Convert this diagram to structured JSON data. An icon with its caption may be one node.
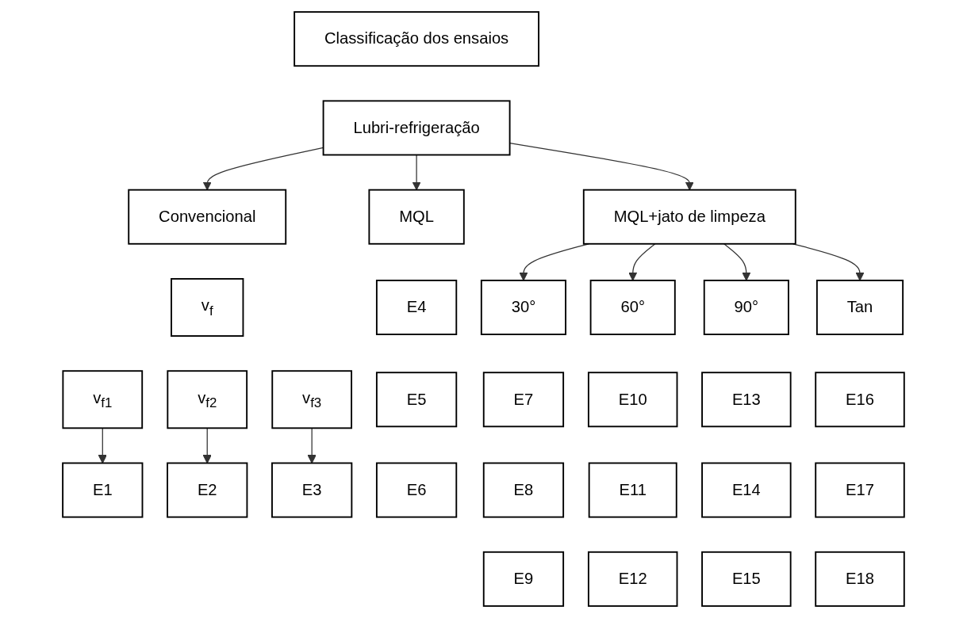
{
  "diagram": {
    "nodes": [
      {
        "text": [
          "Classificação dos ensaios"
        ]
      },
      {
        "text": [
          "Lubri-refrigeração"
        ]
      },
      {
        "text": [
          "Convencional"
        ]
      },
      {
        "text": [
          "MQL"
        ]
      },
      {
        "text": [
          "MQL+jato de limpeza"
        ]
      },
      {
        "text": [
          "30°"
        ]
      },
      {
        "text": [
          "60°"
        ]
      },
      {
        "text": [
          "90°"
        ]
      },
      {
        "text": [
          "Tan"
        ]
      },
      {
        "text": [
          "v$_{f}$"
        ]
      },
      {
        "text": [
          "v$_{f1}$"
        ]
      },
      {
        "text": [
          "E1"
        ]
      },
      {
        "text": [
          "E4"
        ]
      },
      {
        "text": [
          "E7"
        ]
      },
      {
        "text": [
          "E10"
        ]
      },
      {
        "text": [
          "E13"
        ]
      },
      {
        "text": [
          "E16"
        ]
      },
      {
        "text": [
          "v$_{f2}$"
        ]
      },
      {
        "text": [
          "E2"
        ]
      },
      {
        "text": [
          "E5"
        ]
      },
      {
        "text": [
          "E8"
        ]
      },
      {
        "text": [
          "E11"
        ]
      },
      {
        "text": [
          "E14"
        ]
      },
      {
        "text": [
          "E17"
        ]
      },
      {
        "text": [
          "v$_{f3}$"
        ]
      },
      {
        "text": [
          "E3"
        ]
      },
      {
        "text": [
          "E6"
        ]
      },
      {
        "text": [
          "E9"
        ]
      },
      {
        "text": [
          "E12"
        ]
      },
      {
        "text": [
          "E15"
        ]
      },
      {
        "text": [
          "E18"
        ]
      }
    ],
    "edges": [
      {
        "from": 1,
        "to": 2,
        "arrow": "to"
      },
      {
        "from": 1,
        "to": 3,
        "arrow": "to"
      },
      {
        "from": 1,
        "to": 4,
        "arrow": "to"
      },
      {
        "from": 4,
        "to": 5,
        "arrow": "to"
      },
      {
        "from": 4,
        "to": 6,
        "arrow": "to"
      },
      {
        "from": 4,
        "to": 7,
        "arrow": "to"
      },
      {
        "from": 4,
        "to": 8,
        "arrow": "to"
      },
      {
        "from": 10,
        "to": 11,
        "arrow": "to"
      },
      {
        "from": 17,
        "to": 18,
        "arrow": "to"
      },
      {
        "from": 24,
        "to": 25,
        "arrow": "to"
      }
    ]
  }
}
